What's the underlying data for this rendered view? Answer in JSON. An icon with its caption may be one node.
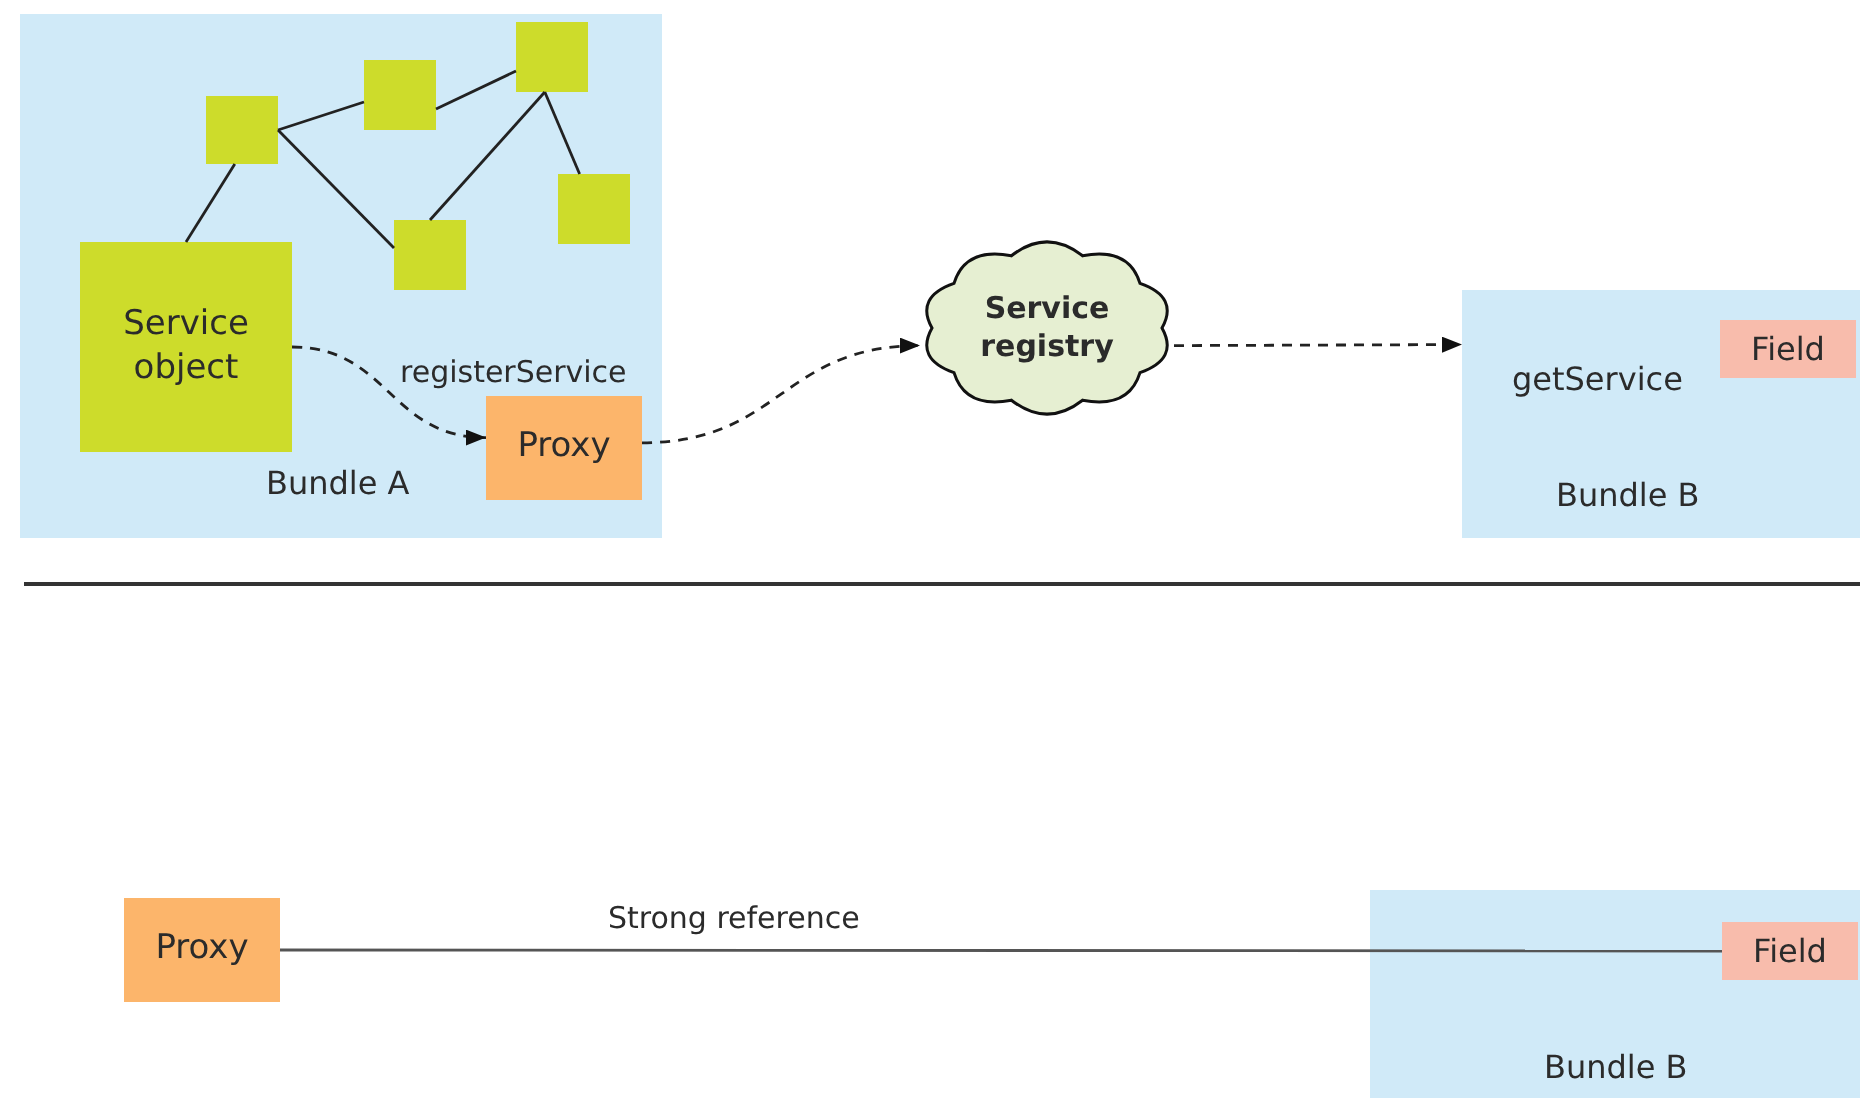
{
  "diagram": {
    "nodes": [
      {
        "text": [
          "Bundle A"
        ]
      },
      {
        "text": [],
        "shape": "box",
        "in": 0
      },
      {
        "text": [],
        "shape": "box",
        "in": 0
      },
      {
        "text": [],
        "shape": "box",
        "in": 0
      },
      {
        "text": [],
        "shape": "box",
        "in": 0
      },
      {
        "text": [],
        "shape": "box",
        "in": 0
      },
      {
        "text": [
          "Service object"
        ],
        "in": 0
      },
      {
        "text": [
          "Proxy"
        ],
        "in": 0
      },
      {
        "text": [
          "Service registry"
        ]
      },
      {
        "text": [
          "Bundle B"
        ]
      },
      {
        "text": [
          "Field"
        ],
        "in": 9
      },
      {
        "text": [
          "Proxy"
        ]
      },
      {
        "text": [
          "Bundle B"
        ]
      },
      {
        "text": [
          "Field"
        ],
        "in": 12
      }
    ],
    "edges": [
      {
        "from": 1,
        "to": 6,
        "arrow": "none"
      },
      {
        "from": 1,
        "to": 2,
        "arrow": "none"
      },
      {
        "from": 2,
        "to": 3,
        "arrow": "none"
      },
      {
        "from": 1,
        "to": 5,
        "arrow": "none"
      },
      {
        "from": 3,
        "to": 5,
        "arrow": "none"
      },
      {
        "from": 3,
        "to": 4,
        "arrow": "none"
      },
      {
        "from": 6,
        "to": 7,
        "arrow": "to",
        "style": "dashed",
        "label": "registerService"
      },
      {
        "from": 7,
        "to": 8,
        "arrow": "to",
        "style": "dashed"
      },
      {
        "from": 8,
        "to": 9,
        "arrow": "to",
        "style": "dashed"
      },
      {
        "from": 11,
        "to": 13,
        "arrow": "none",
        "label": "Strong reference"
      }
    ],
    "labels": [
      "getService"
    ]
  }
}
